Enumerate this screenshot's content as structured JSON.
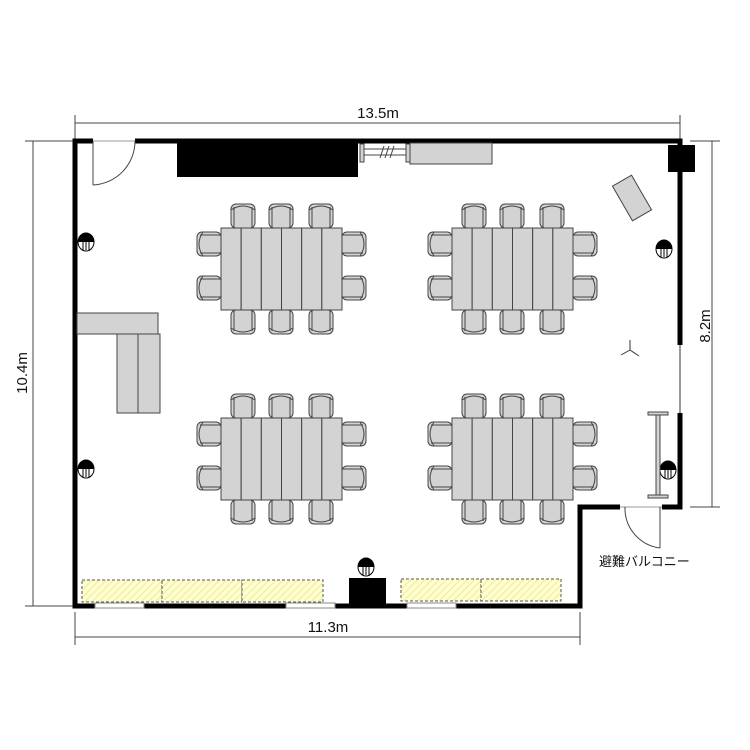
{
  "dimensions": {
    "top": "13.5m",
    "left": "10.4m",
    "right": "8.2m",
    "bottom": "11.3m"
  },
  "labels": {
    "balcony": "避難バルコニー"
  },
  "tables": {
    "clusters": 4,
    "strips_per_table": 6,
    "chairs_per_cluster": 10
  },
  "colors": {
    "furniture": "#d3d3d3",
    "storage": "#ffffcc",
    "wall": "#000000"
  }
}
